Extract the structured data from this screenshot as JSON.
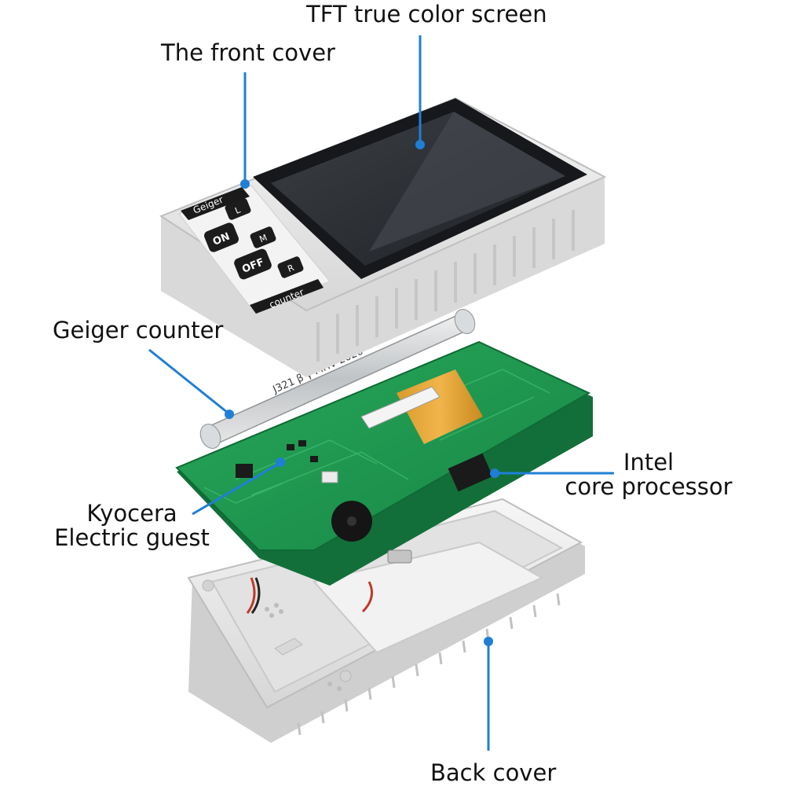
{
  "labels": {
    "screen": "TFT true color screen",
    "front_cover": "The front cover",
    "geiger": "Geiger counter",
    "processor_line1": "Intel",
    "processor_line2": "core processor",
    "kyocera_line1": "Kyocera",
    "kyocera_line2": "Electric guest",
    "back_cover": "Back cover"
  },
  "device_text": {
    "brand_top": "Geiger",
    "brand_bottom": "counter",
    "btn_on": "ON",
    "btn_off": "OFF",
    "btn_l": "L",
    "btn_m": "M",
    "btn_r": "R",
    "tube_marking": "J321 β γ MHV 2020"
  },
  "colors": {
    "callout": "#1f7fd6",
    "pcb": "#1f9a4f",
    "case": "#e9e9e9",
    "screen": "#2f3236"
  }
}
